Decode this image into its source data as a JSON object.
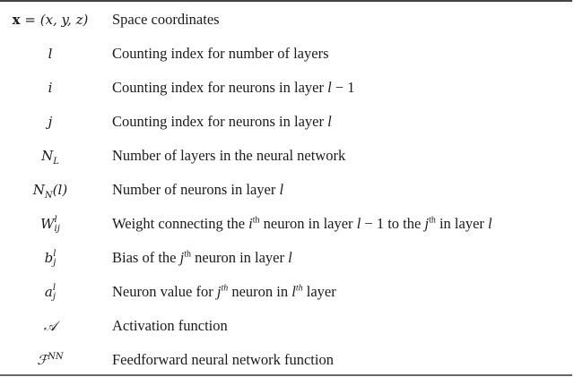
{
  "table": {
    "rows": [
      {
        "symbol": "x = (x, y, z)",
        "description": "Space coordinates"
      },
      {
        "symbol": "l",
        "description": "Counting index for number of layers"
      },
      {
        "symbol": "i",
        "description": "Counting index for neurons in layer l − 1"
      },
      {
        "symbol": "j",
        "description": "Counting index for neurons in layer l"
      },
      {
        "symbol": "N_L",
        "description": "Number of layers in the neural network"
      },
      {
        "symbol": "N_N(l)",
        "description": "Number of neurons in layer l"
      },
      {
        "symbol": "W^l_ij",
        "description": "Weight connecting the i^th neuron in layer l − 1 to the j^th in layer l"
      },
      {
        "symbol": "b^l_j",
        "description": "Bias of the j^th neuron in layer l"
      },
      {
        "symbol": "a^l_j",
        "description": "Neuron value for j^th neuron in l^th layer"
      },
      {
        "symbol": "A",
        "description": "Activation function"
      },
      {
        "symbol": "F^NN",
        "description": "Feedforward neural network function"
      }
    ],
    "text": {
      "r0_bold_x": "x",
      "r0_sym_rest": " = (x, y, z)",
      "r0_desc": "Space coordinates",
      "r1_sym": "l",
      "r1_desc": "Counting index for number of layers",
      "r2_sym": "i",
      "r2_desc_a": "Counting index for neurons in layer ",
      "r2_desc_b": "l",
      "r2_desc_c": " − 1",
      "r3_sym": "j",
      "r3_desc_a": "Counting index for neurons in layer ",
      "r3_desc_b": "l",
      "r4_sym": "N",
      "r4_sub": "L",
      "r4_desc": "Number of layers in the neural network",
      "r5_sym": "N",
      "r5_sub": "N",
      "r5_paren": "(l)",
      "r5_desc_a": "Number of neurons in layer ",
      "r5_desc_b": "l",
      "r6_sym": "W",
      "r6_sup": "l",
      "r6_sub": "ij",
      "r6_desc_a": "Weight connecting the ",
      "r6_i": "i",
      "r6_th1": "th",
      "r6_desc_b": " neuron in layer ",
      "r6_l1": "l",
      "r6_desc_c": " − 1 to the ",
      "r6_j": "j",
      "r6_th2": "th",
      "r6_desc_d": " in layer ",
      "r6_l2": "l",
      "r7_sym": "b",
      "r7_sup": "l",
      "r7_sub": "j",
      "r7_desc_a": "Bias of the ",
      "r7_j": "j",
      "r7_th": "th",
      "r7_desc_b": " neuron in layer ",
      "r7_l": "l",
      "r8_sym": "a",
      "r8_sup": "l",
      "r8_sub": "j",
      "r8_desc_a": "Neuron value for ",
      "r8_j": "j",
      "r8_th1": "th",
      "r8_desc_b": " neuron in ",
      "r8_l": "l",
      "r8_th2": "th",
      "r8_desc_c": " layer",
      "r9_sym": "𝒜",
      "r9_desc": "Activation function",
      "r10_sym": "ℱ",
      "r10_sup": "NN",
      "r10_desc": "Feedforward neural network function"
    }
  }
}
